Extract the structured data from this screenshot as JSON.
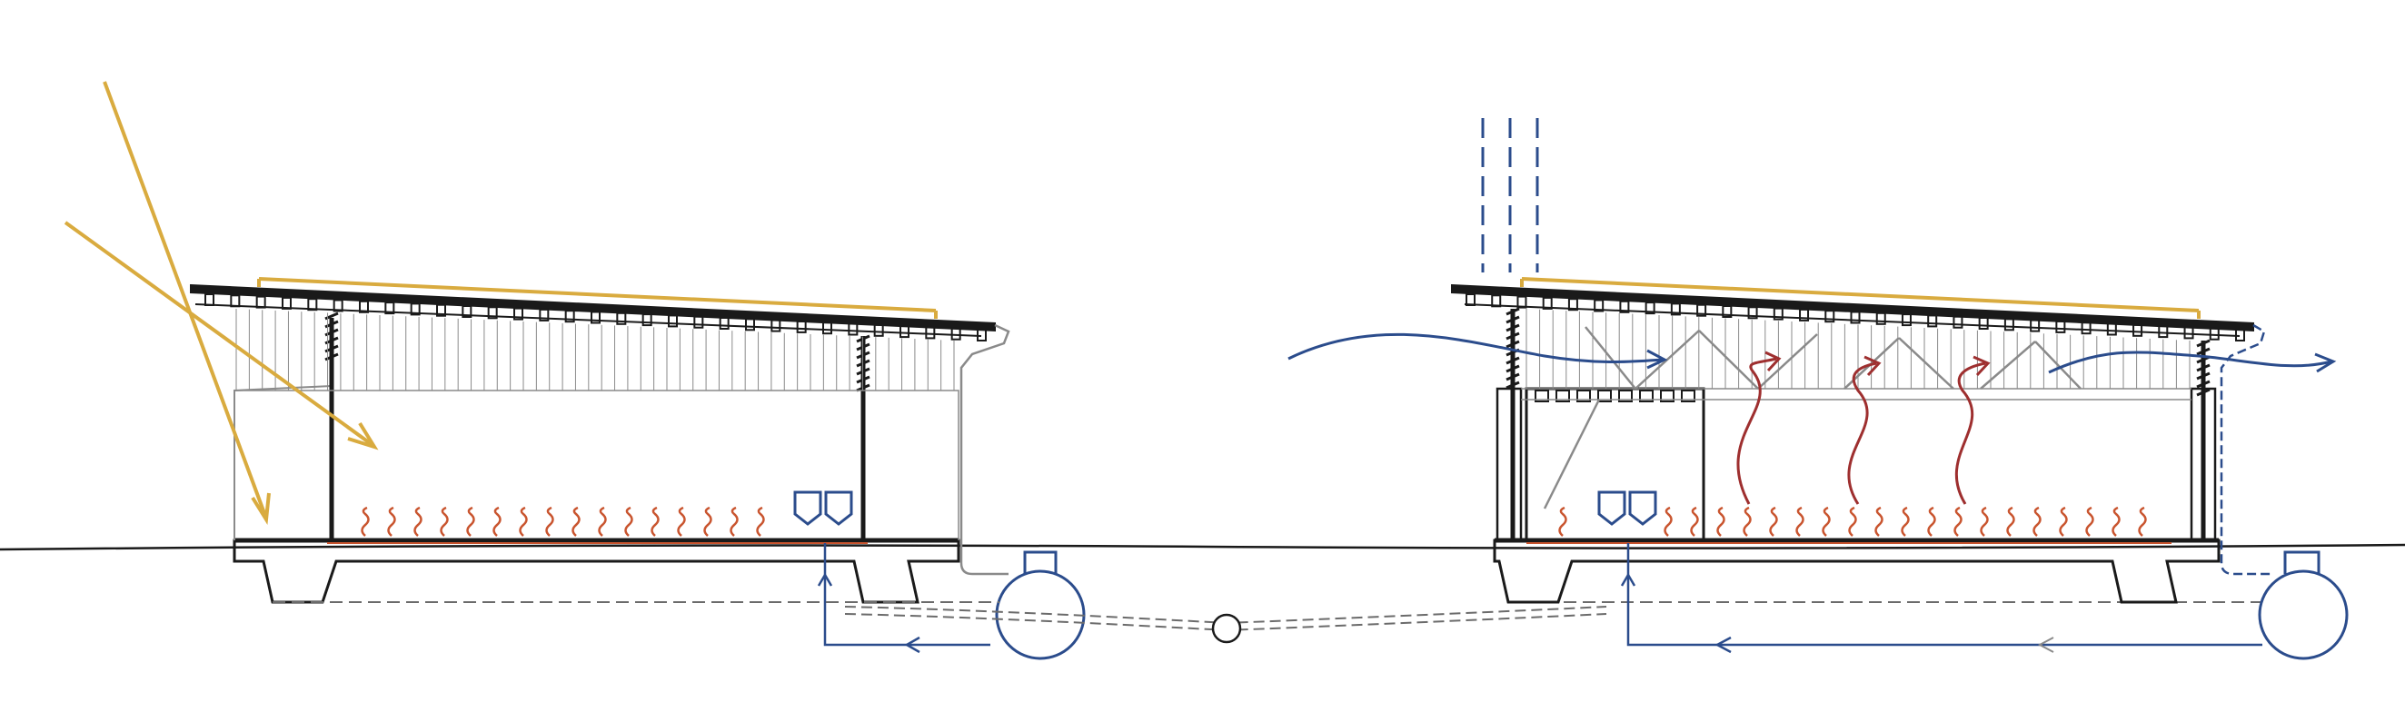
{
  "colors": {
    "line": "#1a1a1a",
    "thin_line": "#8a8a8a",
    "sun": "#d9ab3f",
    "water": "#2b4c8c",
    "heat": "#c9552f",
    "warm_air": "#9e2f2f",
    "dashed": "#6b6b6b"
  },
  "icons": {
    "sun_ray": "arrow-line",
    "heat_wave": "squiggle",
    "air_flow": "curved-arrow",
    "water_tank": "circle",
    "drain_inlet": "pentagon-marker"
  },
  "diagram": {
    "sections": [
      {
        "id": "left-section",
        "features": [
          "solar-gain",
          "radiant-floor-heat",
          "rainwater-pipe",
          "cistern"
        ]
      },
      {
        "id": "right-section",
        "features": [
          "stack-ventilation",
          "warm-air-rise",
          "radiant-floor-heat",
          "rainwater-pipe",
          "cistern"
        ]
      }
    ],
    "text": []
  }
}
